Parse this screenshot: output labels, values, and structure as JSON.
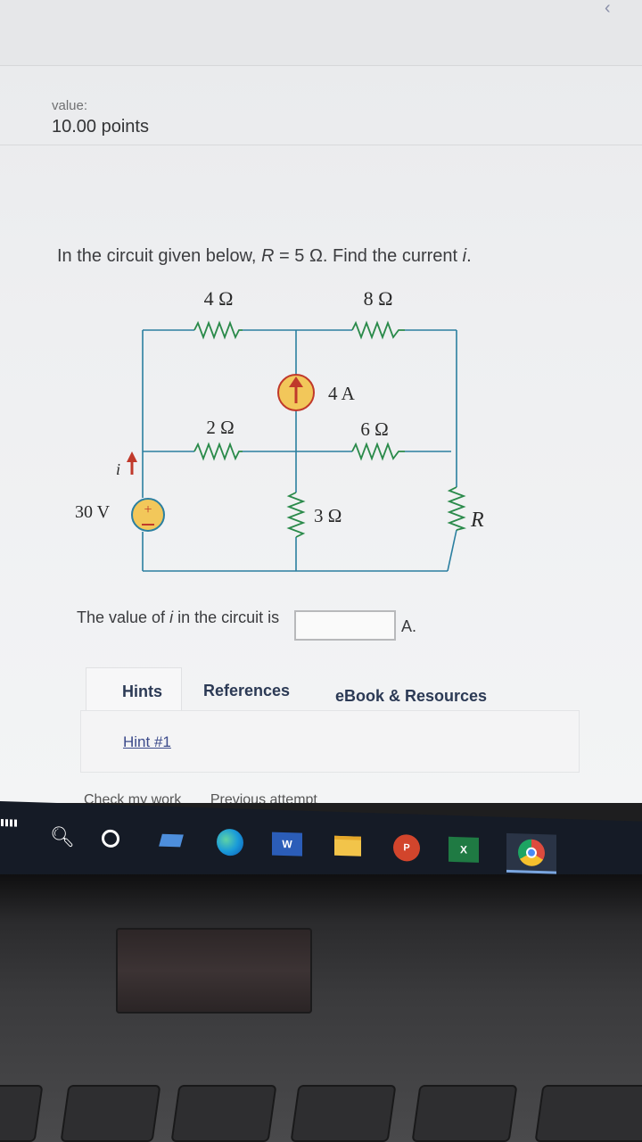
{
  "page": {
    "value_label": "value:",
    "points": "10.00 points"
  },
  "question": {
    "text_before": "In the circuit given below,",
    "R_var": "R",
    "text_mid": "= 5 Ω. Find the current",
    "i_var": "i",
    "text_end": "."
  },
  "circuit": {
    "labels": {
      "r_top_left": "4 Ω",
      "r_top_right": "8 Ω",
      "current_source": "4 A",
      "r_middle_left": "2 Ω",
      "r_middle_right": "6 Ω",
      "r_vertical_center": "3 Ω",
      "r_right": "R",
      "voltage_source": "30 V",
      "current_label": "i"
    },
    "colors": {
      "wire": "#2b7fa0",
      "source_fill": "#f2c75a",
      "source_mark": "#c0392b"
    }
  },
  "answer": {
    "prefix": "The value of",
    "var": "i",
    "suffix": "in the circuit is",
    "input_value": "",
    "unit": "A."
  },
  "tabs": {
    "hints": "Hints",
    "references": "References",
    "ebook": "eBook & Resources"
  },
  "hint_link": "Hint #1",
  "bottom_links": {
    "check": "Check my work",
    "previous": "Previous attempt"
  },
  "taskbar": {
    "icons": [
      "windows-icon",
      "search-icon",
      "cortana-icon",
      "task-view-icon",
      "edge-icon",
      "word-icon",
      "file-explorer-icon",
      "powerpoint-icon",
      "excel-icon",
      "chrome-icon"
    ],
    "word_letter": "W",
    "ppt_letter": "P",
    "excel_letter": "X"
  }
}
